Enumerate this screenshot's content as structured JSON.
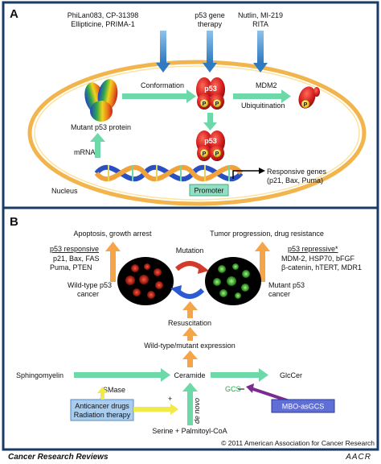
{
  "panelA": {
    "letter": "A",
    "drugs_left": [
      "PhiLan083, CP-31398",
      "Ellipticine, PRIMA-1"
    ],
    "drugs_mid": [
      "p53 gene",
      "therapy"
    ],
    "drugs_right": [
      "Nutlin, MI-219",
      "RITA"
    ],
    "conformation": "Conformation",
    "mdm2": "MDM2",
    "ubiquitination": "Ubiquitination",
    "mutant_protein": "Mutant p53 protein",
    "mrna": "mRNA",
    "nucleus": "Nucleus",
    "promoter": "Promoter",
    "responsive_genes": [
      "Responsive genes",
      "(p21, Bax, Puma)"
    ],
    "p53": "p53",
    "p": "P"
  },
  "panelB": {
    "letter": "B",
    "apoptosis": "Apoptosis, growth arrest",
    "tumor": "Tumor progression, drug resistance",
    "resp_header": "p53 responsive",
    "resp_genes": [
      "p21, Bax, FAS",
      "Puma, PTEN"
    ],
    "repr_header": "p53 repressive*",
    "repr_genes": [
      "MDM-2, HSP70, bFGF",
      "β-catenin, hTERT, MDR1"
    ],
    "mutation": "Mutation",
    "wildtype_cancer": [
      "Wild-type p53",
      "cancer"
    ],
    "mutant_cancer": [
      "Mutant p53",
      "cancer"
    ],
    "resuscitation": "Resuscitation",
    "wt_mutant_expr": "Wild-type/mutant expression",
    "sphingomyelin": "Sphingomyelin",
    "smase": "SMase",
    "plus": "+",
    "ceramide": "Ceramide",
    "gcs": "GCS",
    "glccer": "GlcCer",
    "de_novo": "de novo",
    "anticancer": [
      "Anticancer drugs",
      "Radiation therapy"
    ],
    "serine": "Serine + Palmitoyl-CoA",
    "mbo": "MBO-asGCS"
  },
  "footer": {
    "copyright": "© 2011 American Association for Cancer Research",
    "journal": "Cancer Research Reviews",
    "logo": "AACR"
  },
  "colors": {
    "frame": "#1a3b66",
    "green_arrow": "#6ed9a8",
    "orange_arrow": "#f5a547",
    "blue_arrow": "#4a90c8",
    "nucleus_ring": "#f2b44c",
    "p53_red": "#cc1f1f",
    "promoter_box": "#8fe0c4",
    "drug_box": "#a9cdef",
    "mbo_box": "#5f6fd6",
    "yellow_arrow": "#f2e94a",
    "purple_arrow": "#7b2c8f"
  }
}
